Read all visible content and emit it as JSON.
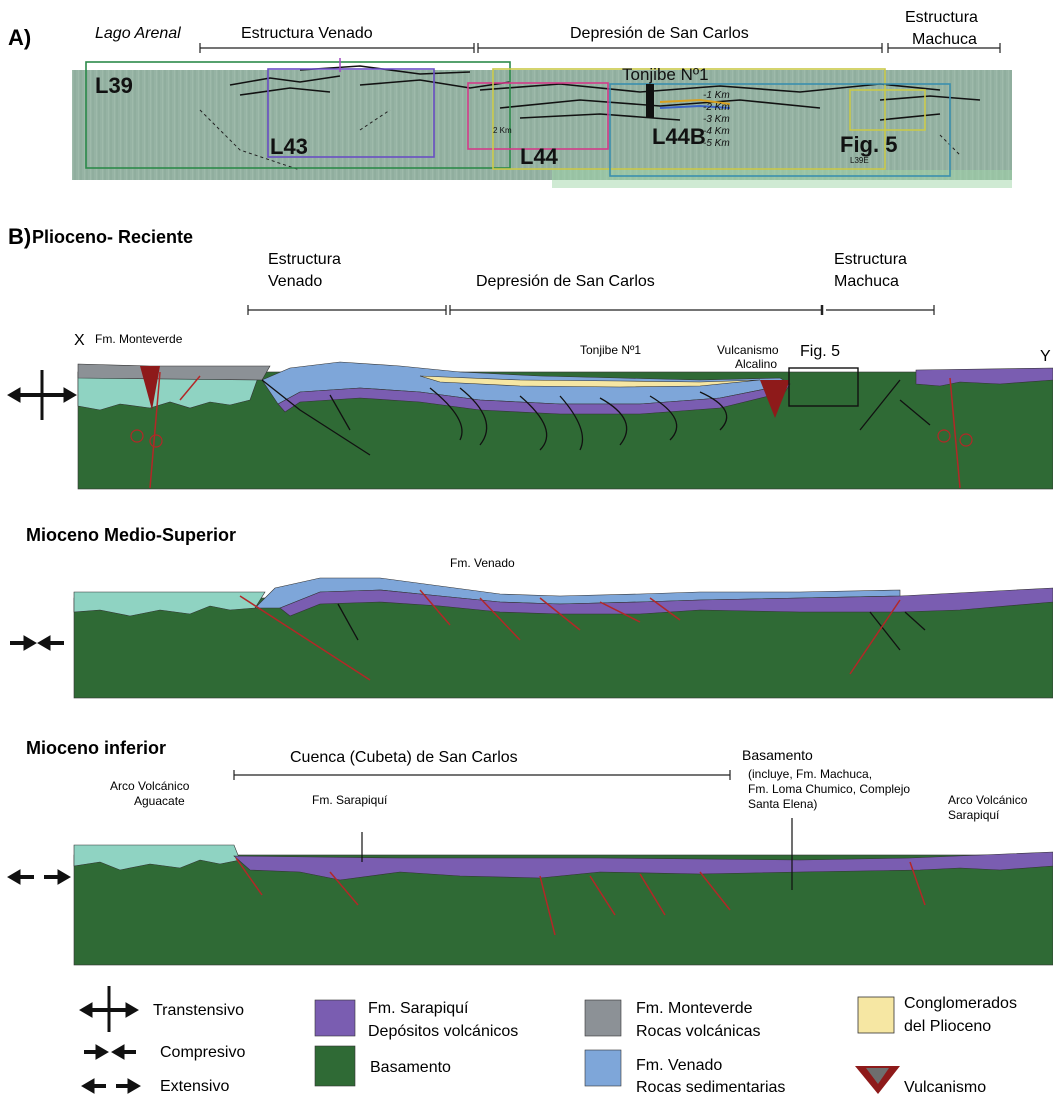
{
  "colors": {
    "basamento": "#2f6a35",
    "sarapiqui": "#7a5db1",
    "venado": "#7ea6d9",
    "monteverde": "#8c9196",
    "conglomerados": "#f6e7a3",
    "aguacate": "#8fd3c2",
    "fault": "#b32727",
    "volcanism": "#8e1a1a"
  },
  "panel_a": {
    "label": "A)",
    "lago_arenal": "Lago Arenal",
    "estructura_venado": "Estructura Venado",
    "depresion": "Depresión de San Carlos",
    "estructura": "Estructura",
    "machuca": "Machuca",
    "lines": {
      "l39": "L39",
      "l43": "L43",
      "l44": "L44",
      "l44b": "L44B",
      "fig5": "Fig. 5",
      "l39e": "L39E"
    },
    "well": "Tonjibe Nº1",
    "depths": [
      "-1 Km",
      "-2 Km",
      "-3 Km",
      "-4 Km",
      "-5 Km"
    ],
    "scale": "2 Km"
  },
  "panel_b": {
    "label": "B)",
    "title": "Plioceno- Reciente",
    "estructura": "Estructura",
    "venado": "Venado",
    "depresion": "Depresión de San Carlos",
    "machuca": "Machuca",
    "x": "X",
    "y": "Y",
    "monteverde": "Fm. Monteverde",
    "tonjibe": "Tonjibe Nº1",
    "vulcanismo": "Vulcanismo",
    "alcalino": "Alcalino",
    "fig5": "Fig. 5"
  },
  "panel_mid": {
    "title": "Mioceno  Medio-Superior",
    "fm_venado": "Fm. Venado"
  },
  "panel_low": {
    "title": "Mioceno inferior",
    "cuenca": "Cuenca (Cubeta) de San Carlos",
    "basamento": "Basamento",
    "basamento_note": [
      "(incluye, Fm. Machuca,",
      "Fm. Loma Chumico, Complejo",
      "Santa Elena)"
    ],
    "arco_aguacate": [
      "Arco Volcánico",
      "Aguacate"
    ],
    "fm_sarapiqui": "Fm. Sarapiquí",
    "arco_sarapiqui": [
      "Arco Volcánico",
      "Sarapiquí"
    ]
  },
  "legend": {
    "transtensivo": "Transtensivo",
    "compresivo": "Compresivo",
    "extensivo": "Extensivo",
    "sarapiqui": [
      "Fm. Sarapiquí",
      "Depósitos volcánicos"
    ],
    "basamento": "Basamento",
    "monteverde": [
      "Fm. Monteverde",
      "Rocas volcánicas"
    ],
    "venado": [
      "Fm. Venado",
      "Rocas sedimentarias"
    ],
    "conglomerados": [
      "Conglomerados",
      "del Plioceno"
    ],
    "vulcanismo": "Vulcanismo"
  }
}
